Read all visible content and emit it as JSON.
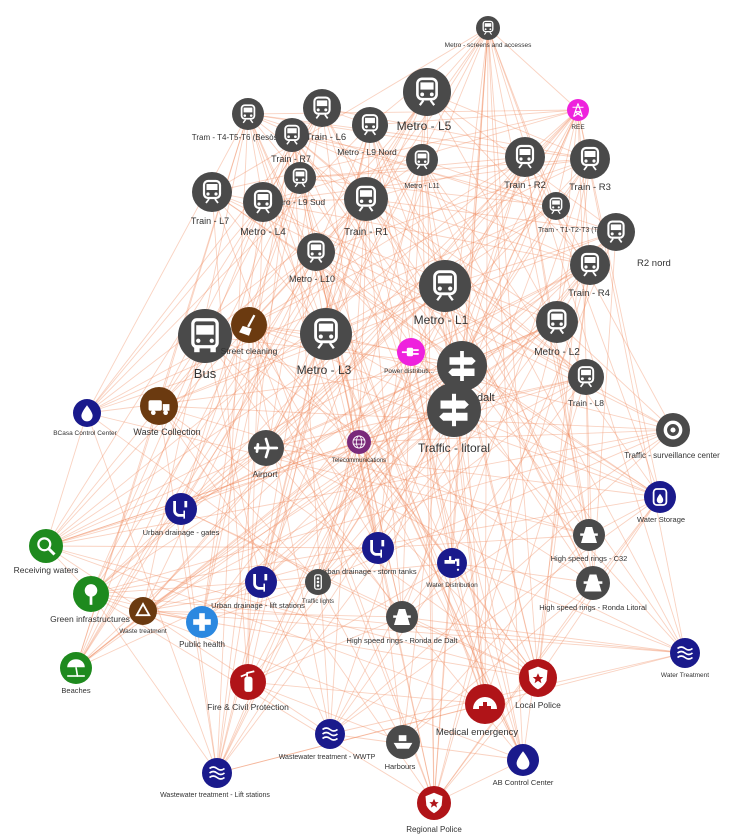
{
  "colors": {
    "metro": "#4a4a4a",
    "energy": "#ee22dd",
    "telecom": "#7a2a7a",
    "environment": "#1e8a1e",
    "waste": "#6b3a10",
    "water": "#1a1a8c",
    "safety": "#b01418",
    "health": "#2b88e0",
    "edge": "#f08a5d"
  },
  "nodes": [
    {
      "id": "metro_access",
      "label": "Metro - screens and accesses",
      "category": "metro",
      "icon": "train-icon"
    },
    {
      "id": "tram_t4",
      "label": "Tram - T4-T5-T6 (Besòs)",
      "category": "metro",
      "icon": "train-icon"
    },
    {
      "id": "train_r6",
      "label": "Train - L6",
      "category": "metro",
      "icon": "train-icon"
    },
    {
      "id": "metro_l5",
      "label": "Metro - L5",
      "category": "metro",
      "icon": "train-icon"
    },
    {
      "id": "ree",
      "label": "REE",
      "category": "energy",
      "icon": "power-tower-icon"
    },
    {
      "id": "train_r7",
      "label": "Train - R7",
      "category": "metro",
      "icon": "train-icon"
    },
    {
      "id": "metro_l9n",
      "label": "Metro - L9 Nord",
      "category": "metro",
      "icon": "train-icon"
    },
    {
      "id": "metro_l11",
      "label": "Metro - L11",
      "category": "metro",
      "icon": "train-icon"
    },
    {
      "id": "train_r2",
      "label": "Train - R2",
      "category": "metro",
      "icon": "train-icon"
    },
    {
      "id": "train_r3",
      "label": "Train - R3",
      "category": "metro",
      "icon": "train-icon"
    },
    {
      "id": "train_l7",
      "label": "Train - L7",
      "category": "metro",
      "icon": "train-icon"
    },
    {
      "id": "metro_l9s",
      "label": "Metro - L9 Sud",
      "category": "metro",
      "icon": "train-icon"
    },
    {
      "id": "metro_l4",
      "label": "Metro - L4",
      "category": "metro",
      "icon": "train-icon"
    },
    {
      "id": "train_r1",
      "label": "Train - R1",
      "category": "metro",
      "icon": "train-icon"
    },
    {
      "id": "tram_t1",
      "label": "Tram - T1-T2-T3 (Tram B...",
      "category": "metro",
      "icon": "train-icon"
    },
    {
      "id": "train_r2n",
      "label": "R2 nord",
      "category": "metro",
      "icon": "train-icon"
    },
    {
      "id": "train_r4",
      "label": "Train - R4",
      "category": "metro",
      "icon": "train-icon"
    },
    {
      "id": "metro_l10",
      "label": "Metro - L10",
      "category": "metro",
      "icon": "train-icon"
    },
    {
      "id": "metro_l1",
      "label": "Metro - L1",
      "category": "metro",
      "icon": "train-icon"
    },
    {
      "id": "metro_l2",
      "label": "Metro - L2",
      "category": "metro",
      "icon": "train-icon"
    },
    {
      "id": "bus",
      "label": "Bus",
      "category": "metro",
      "icon": "bus-icon"
    },
    {
      "id": "street_cleaning",
      "label": "Street cleaning",
      "category": "waste",
      "icon": "broom-icon"
    },
    {
      "id": "metro_l3",
      "label": "Metro - L3",
      "category": "metro",
      "icon": "train-icon"
    },
    {
      "id": "power_dist",
      "label": "Power distributi...",
      "category": "energy",
      "icon": "plug-icon"
    },
    {
      "id": "traffic_dalt",
      "label": "Traffic - dalt",
      "category": "metro",
      "icon": "traffic-sign-icon"
    },
    {
      "id": "train_l8",
      "label": "Train - L8",
      "category": "metro",
      "icon": "train-icon"
    },
    {
      "id": "bcasa",
      "label": "BCasa Control Center",
      "category": "water",
      "icon": "water-drop-icon"
    },
    {
      "id": "waste_collection",
      "label": "Waste Collection",
      "category": "waste",
      "icon": "garbage-truck-icon"
    },
    {
      "id": "traffic_litoral",
      "label": "Traffic - litoral",
      "category": "metro",
      "icon": "traffic-sign-icon"
    },
    {
      "id": "traffic_surv",
      "label": "Traffic - surveillance center",
      "category": "metro",
      "icon": "tire-icon"
    },
    {
      "id": "airport",
      "label": "Airport",
      "category": "metro",
      "icon": "airplane-icon"
    },
    {
      "id": "telecom",
      "label": "Telecommunications",
      "category": "telecom",
      "icon": "globe-icon"
    },
    {
      "id": "water_storage",
      "label": "Water Storage",
      "category": "water",
      "icon": "water-tank-icon"
    },
    {
      "id": "ud_gates",
      "label": "Urban drainage - gates",
      "category": "water",
      "icon": "drain-pipe-icon"
    },
    {
      "id": "receiving_waters",
      "label": "Receiving waters",
      "category": "environment",
      "icon": "magnifier-icon"
    },
    {
      "id": "hsr_c32",
      "label": "High speed rings - C32",
      "category": "metro",
      "icon": "road-icon"
    },
    {
      "id": "ud_storm",
      "label": "Urban drainage - storm tanks",
      "category": "water",
      "icon": "drain-pipe-icon"
    },
    {
      "id": "water_dist",
      "label": "Water Distribution",
      "category": "water",
      "icon": "faucet-icon"
    },
    {
      "id": "green_infra",
      "label": "Green infrastructures",
      "category": "environment",
      "icon": "tree-icon"
    },
    {
      "id": "ud_lift",
      "label": "Urban drainage - lift stations",
      "category": "water",
      "icon": "drain-pipe-icon"
    },
    {
      "id": "traffic_lights",
      "label": "Traffic lights",
      "category": "metro",
      "icon": "traffic-light-icon"
    },
    {
      "id": "hsr_litoral",
      "label": "High speed rings - Ronda Litoral",
      "category": "metro",
      "icon": "road-icon"
    },
    {
      "id": "waste_treatment",
      "label": "Waste treatment",
      "category": "waste",
      "icon": "recycle-icon"
    },
    {
      "id": "hsr_dalt",
      "label": "High speed rings - Ronda de Dalt",
      "category": "metro",
      "icon": "road-icon"
    },
    {
      "id": "public_health",
      "label": "Public health",
      "category": "health",
      "icon": "medical-cross-icon"
    },
    {
      "id": "beaches",
      "label": "Beaches",
      "category": "environment",
      "icon": "umbrella-icon"
    },
    {
      "id": "water_treatment",
      "label": "Water Treatment",
      "category": "water",
      "icon": "treatment-plant-icon"
    },
    {
      "id": "fire",
      "label": "Fire & Civil Protection",
      "category": "safety",
      "icon": "fire-extinguisher-icon"
    },
    {
      "id": "local_police",
      "label": "Local Police",
      "category": "safety",
      "icon": "police-badge-icon"
    },
    {
      "id": "medical",
      "label": "Medical emergency",
      "category": "safety",
      "icon": "ambulance-icon"
    },
    {
      "id": "wwtp",
      "label": "Wastewater treatment - WWTP",
      "category": "water",
      "icon": "wastewater-icon"
    },
    {
      "id": "harbours",
      "label": "Harbours",
      "category": "metro",
      "icon": "ship-icon"
    },
    {
      "id": "ab_control",
      "label": "AB Control Center",
      "category": "water",
      "icon": "water-drop-icon"
    },
    {
      "id": "ww_lift",
      "label": "Wastewater treatment - Lift stations",
      "category": "water",
      "icon": "wastewater-icon"
    },
    {
      "id": "regional_police",
      "label": "Regional Police",
      "category": "safety",
      "icon": "police-badge-icon"
    }
  ]
}
